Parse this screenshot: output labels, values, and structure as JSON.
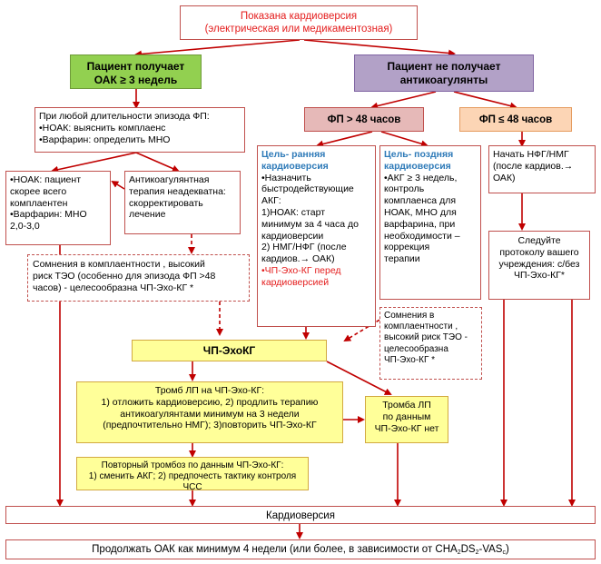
{
  "top": {
    "line1": "Показана кардиоверсия",
    "line2": "(электрическая или медикаментозная)"
  },
  "oac_branch": {
    "line1": "Пациент получает",
    "line2": "ОАК ≥ 3 недель"
  },
  "no_ac_branch": {
    "line1": "Пациент не получает",
    "line2": "антикоагулянты"
  },
  "any_duration": {
    "line1": "При любой длительности эпизода ФП:",
    "line2": "•НОАК: выяснить комплаенс",
    "line3": "•Варфарин: определить МНО"
  },
  "noac_compliant": {
    "line1": "•НОАК: пациент",
    "line2": "скорее всего",
    "line3": "комплаентен",
    "line4": "•Варфарин: МНО",
    "line5": "2,0-3,0"
  },
  "inadequate": {
    "line1": "Антикоагулянтная",
    "line2": "терапия неадекватна:",
    "line3": "скорректировать",
    "line4": "лечение"
  },
  "doubts_left": {
    "line1": "Сомнения в комплаентности , высокий",
    "line2": "риск ТЭО (особенно для эпизода ФП >48",
    "line3": "часов) - целесообразна ЧП-Эхо-КГ *"
  },
  "af_over_48": "ФП > 48 часов",
  "af_under_48": "ФП ≤ 48 часов",
  "early_cv": {
    "title1": "Цель- ранняя",
    "title2": "кардиоверсия",
    "line1": "•Назначить",
    "line2": "быстродействующие",
    "line3": "АКГ:",
    "line4": "1)НОАК: старт",
    "line5": "минимум за 4 часа до",
    "line6": "кардиоверсии",
    "line7": "2) НМГ/НФГ (после",
    "line8": "кардиов.→ ОАК)",
    "line9": "•ЧП-Эхо-КГ перед",
    "line10": "кардиоверсией"
  },
  "late_cv": {
    "title1": "Цель- поздняя",
    "title2": "кардиоверсия",
    "line1": "•АКГ ≥ 3 недель,",
    "line2": "контроль",
    "line3": "комплаенса для",
    "line4": "НОАК, МНО для",
    "line5": "варфарина, при",
    "line6": "необходимости –",
    "line7": "коррекция",
    "line8": "терапии"
  },
  "start_heparin": {
    "line1": "Начать НФГ/НМГ",
    "line2": "(после кардиов.→",
    "line3": "ОАК)"
  },
  "protocol": {
    "line1": "Следуйте",
    "line2": "протоколу вашего",
    "line3": "учреждения: с/без",
    "line4": "ЧП-Эхо-КГ*"
  },
  "doubts_right": {
    "line1": "Сомнения в",
    "line2": "комплаентности ,",
    "line3": "высокий риск ТЭО -",
    "line4": "целесообразна",
    "line5": "ЧП-Эхо-КГ *"
  },
  "tee": "ЧП-ЭхоКГ",
  "thrombus_found": {
    "line1": "Тромб ЛП на ЧП-Эхо-КГ:",
    "line2": "1) отложить кардиоверсию, 2) продлить терапию",
    "line3": "антикоагулянтами минимум на 3 недели",
    "line4": "(предпочтительно НМГ); 3)повторить ЧП-Эхо-КГ"
  },
  "no_thrombus": {
    "line1": "Тромба ЛП",
    "line2": "по данным",
    "line3": "ЧП-Эхо-КГ нет"
  },
  "repeat_thrombus": {
    "line1": "Повторный тромбоз по данным ЧП-Эхо-КГ:",
    "line2": "1) сменить АКГ; 2) предпочесть тактику контроля ЧСС"
  },
  "cardioversion": "Кардиоверсия",
  "continue_oac": {
    "text": "Продолжать ОАК как минимум 4 недели (или более, в зависимости от CHA",
    "sub1": "2",
    "mid": "DS",
    "sub2": "2",
    "tail": "-VAS",
    "sub3": "c",
    "end": ")"
  },
  "colors": {
    "border": "#c0504d",
    "green": "#92d050",
    "purple": "#b2a1c7",
    "pink": "#e6b9b8",
    "peach": "#fcd5b5",
    "yellow": "#ffff99",
    "arrow": "#c00000"
  }
}
